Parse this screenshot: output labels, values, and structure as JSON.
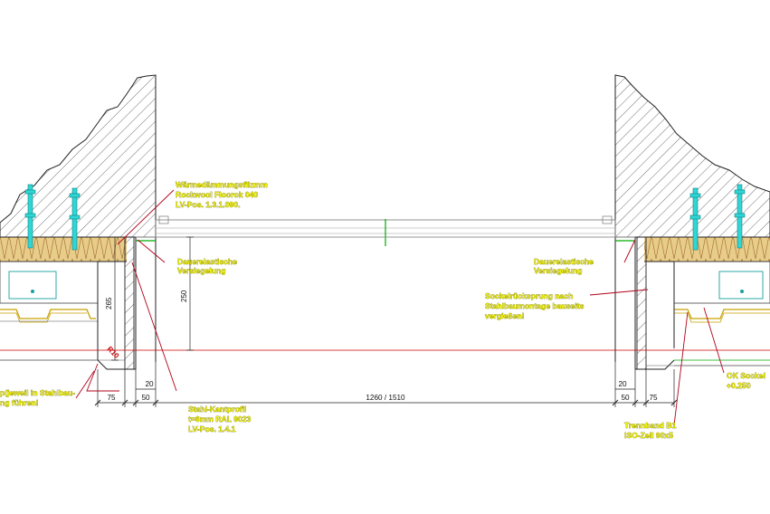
{
  "annotations": {
    "insulation_1": "Wärmedämmungsfilzmm",
    "insulation_2": "Rockwool Floorok 040",
    "insulation_3": "LV-Pos. 1.3.1.090.",
    "seal_left_1": "Dauerelastische",
    "seal_left_2": "Versiegelung",
    "seal_right_1": "Dauerelastische",
    "seal_right_2": "Versiegelung",
    "gap_1": "Sockelrücksprung nach",
    "gap_2": "Stahlbaumontage bauseits",
    "gap_3": "vergießen!",
    "profile_left_1": "p(jeweil in Stahlbau-",
    "profile_left_2": "ng führen!",
    "steel_1": "Stahl-Kantprofil",
    "steel_2": "t=6mm RAL 9023",
    "steel_3": "LV-Pos. 1.4.1",
    "level_1": "OK Sockel",
    "level_2": "+0.250",
    "sep_1": "Trennband B1",
    "sep_2": "ISO-Zell 90x5"
  },
  "dimensions": {
    "d_75_left": "75",
    "d_50_left": "50",
    "d_20_left": "20",
    "d_main": "1260 / 1510",
    "d_20_right": "20",
    "d_50_right": "50",
    "d_75_right": "75",
    "d_250": "250",
    "d_265": "265",
    "d_r10": "R10"
  },
  "colors": {
    "label_fill": "#f2f200",
    "leader": "#b00018",
    "anchor": "#2fd6d6",
    "insulation": "#e8cc8a",
    "marker": "#00aa00"
  }
}
